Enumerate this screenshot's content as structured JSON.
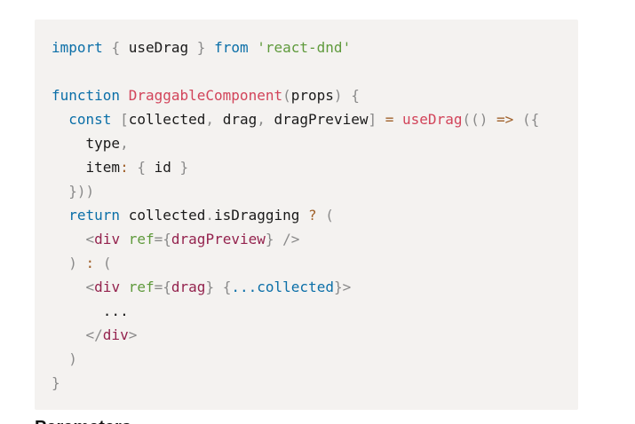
{
  "code_block": {
    "lines": [
      [
        {
          "t": "import",
          "c": "kw"
        },
        {
          "t": " ",
          "c": "pl"
        },
        {
          "t": "{",
          "c": "punct"
        },
        {
          "t": " useDrag ",
          "c": "pl"
        },
        {
          "t": "}",
          "c": "punct"
        },
        {
          "t": " ",
          "c": "pl"
        },
        {
          "t": "from",
          "c": "kw"
        },
        {
          "t": " ",
          "c": "pl"
        },
        {
          "t": "'react-dnd'",
          "c": "str"
        }
      ],
      [],
      [
        {
          "t": "function",
          "c": "kw"
        },
        {
          "t": " ",
          "c": "pl"
        },
        {
          "t": "DraggableComponent",
          "c": "fn"
        },
        {
          "t": "(",
          "c": "punct"
        },
        {
          "t": "props",
          "c": "pl"
        },
        {
          "t": ")",
          "c": "punct"
        },
        {
          "t": " ",
          "c": "pl"
        },
        {
          "t": "{",
          "c": "punct"
        }
      ],
      [
        {
          "t": "  ",
          "c": "pl"
        },
        {
          "t": "const",
          "c": "kw"
        },
        {
          "t": " ",
          "c": "pl"
        },
        {
          "t": "[",
          "c": "punct"
        },
        {
          "t": "collected",
          "c": "pl"
        },
        {
          "t": ",",
          "c": "punct"
        },
        {
          "t": " drag",
          "c": "pl"
        },
        {
          "t": ",",
          "c": "punct"
        },
        {
          "t": " dragPreview",
          "c": "pl"
        },
        {
          "t": "]",
          "c": "punct"
        },
        {
          "t": " ",
          "c": "pl"
        },
        {
          "t": "=",
          "c": "op"
        },
        {
          "t": " ",
          "c": "pl"
        },
        {
          "t": "useDrag",
          "c": "fn"
        },
        {
          "t": "(",
          "c": "punct"
        },
        {
          "t": "(",
          "c": "punct"
        },
        {
          "t": ")",
          "c": "punct"
        },
        {
          "t": " ",
          "c": "pl"
        },
        {
          "t": "=>",
          "c": "op"
        },
        {
          "t": " ",
          "c": "pl"
        },
        {
          "t": "(",
          "c": "punct"
        },
        {
          "t": "{",
          "c": "punct"
        }
      ],
      [
        {
          "t": "    type",
          "c": "pl"
        },
        {
          "t": ",",
          "c": "punct"
        }
      ],
      [
        {
          "t": "    item",
          "c": "pl"
        },
        {
          "t": ":",
          "c": "op"
        },
        {
          "t": " ",
          "c": "pl"
        },
        {
          "t": "{",
          "c": "punct"
        },
        {
          "t": " id ",
          "c": "pl"
        },
        {
          "t": "}",
          "c": "punct"
        }
      ],
      [
        {
          "t": "  ",
          "c": "pl"
        },
        {
          "t": "}))",
          "c": "punct"
        }
      ],
      [
        {
          "t": "  ",
          "c": "pl"
        },
        {
          "t": "return",
          "c": "kw"
        },
        {
          "t": " collected",
          "c": "pl"
        },
        {
          "t": ".",
          "c": "punct"
        },
        {
          "t": "isDragging",
          "c": "pl"
        },
        {
          "t": " ",
          "c": "pl"
        },
        {
          "t": "?",
          "c": "op"
        },
        {
          "t": " ",
          "c": "pl"
        },
        {
          "t": "(",
          "c": "punct"
        }
      ],
      [
        {
          "t": "    ",
          "c": "pl"
        },
        {
          "t": "<",
          "c": "punct"
        },
        {
          "t": "div",
          "c": "tag"
        },
        {
          "t": " ",
          "c": "pl"
        },
        {
          "t": "ref",
          "c": "attr"
        },
        {
          "t": "=",
          "c": "punct"
        },
        {
          "t": "{",
          "c": "punct"
        },
        {
          "t": "dragPreview",
          "c": "tag"
        },
        {
          "t": "}",
          "c": "punct"
        },
        {
          "t": " ",
          "c": "pl"
        },
        {
          "t": "/>",
          "c": "punct"
        }
      ],
      [
        {
          "t": "  ",
          "c": "pl"
        },
        {
          "t": ")",
          "c": "punct"
        },
        {
          "t": " ",
          "c": "pl"
        },
        {
          "t": ":",
          "c": "op"
        },
        {
          "t": " ",
          "c": "pl"
        },
        {
          "t": "(",
          "c": "punct"
        }
      ],
      [
        {
          "t": "    ",
          "c": "pl"
        },
        {
          "t": "<",
          "c": "punct"
        },
        {
          "t": "div",
          "c": "tag"
        },
        {
          "t": " ",
          "c": "pl"
        },
        {
          "t": "ref",
          "c": "attr"
        },
        {
          "t": "=",
          "c": "punct"
        },
        {
          "t": "{",
          "c": "punct"
        },
        {
          "t": "drag",
          "c": "tag"
        },
        {
          "t": "}",
          "c": "punct"
        },
        {
          "t": " ",
          "c": "pl"
        },
        {
          "t": "{",
          "c": "punct"
        },
        {
          "t": "...",
          "c": "kw"
        },
        {
          "t": "collected",
          "c": "kw"
        },
        {
          "t": "}",
          "c": "punct"
        },
        {
          "t": ">",
          "c": "punct"
        }
      ],
      [
        {
          "t": "      ...",
          "c": "pl"
        }
      ],
      [
        {
          "t": "    ",
          "c": "pl"
        },
        {
          "t": "</",
          "c": "punct"
        },
        {
          "t": "div",
          "c": "tag"
        },
        {
          "t": ">",
          "c": "punct"
        }
      ],
      [
        {
          "t": "  ",
          "c": "pl"
        },
        {
          "t": ")",
          "c": "punct"
        }
      ],
      [
        {
          "t": "}",
          "c": "punct"
        }
      ]
    ]
  },
  "next_section": {
    "heading": "Parameters"
  }
}
